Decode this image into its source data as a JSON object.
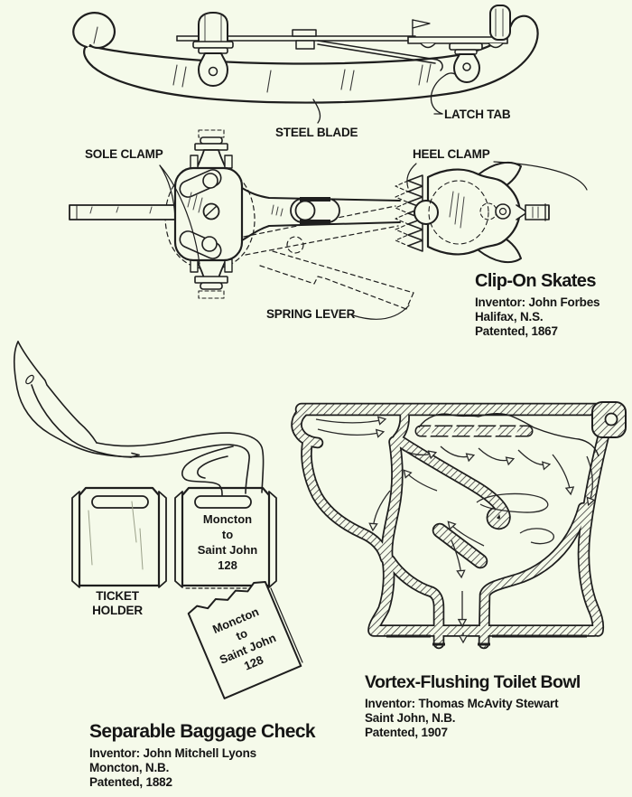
{
  "page": {
    "background": "#f5faea",
    "ink": "#1e1e1e"
  },
  "figures": {
    "clip_on_skates": {
      "labels": {
        "steel_blade": "STEEL BLADE",
        "latch_tab": "LATCH TAB",
        "sole_clamp": "SOLE CLAMP",
        "heel_clamp": "HEEL CLAMP",
        "spring_lever": "SPRING LEVER"
      },
      "caption": {
        "title": "Clip-On Skates",
        "inventor": "Inventor: John Forbes",
        "location": "Halifax, N.S.",
        "patented": "Patented, 1867"
      }
    },
    "baggage_check": {
      "labels": {
        "ticket_holder_line1": "TICKET",
        "ticket_holder_line2": "HOLDER"
      },
      "ticket": {
        "origin": "Moncton",
        "connector": "to",
        "destination": "Saint John",
        "number": "128"
      },
      "caption": {
        "title": "Separable Baggage Check",
        "inventor": "Inventor: John Mitchell Lyons",
        "location": "Moncton, N.B.",
        "patented": "Patented, 1882"
      }
    },
    "toilet_bowl": {
      "caption": {
        "title": "Vortex-Flushing Toilet Bowl",
        "inventor": "Inventor: Thomas McAvity Stewart",
        "location": "Saint John, N.B.",
        "patented": "Patented, 1907"
      }
    }
  }
}
